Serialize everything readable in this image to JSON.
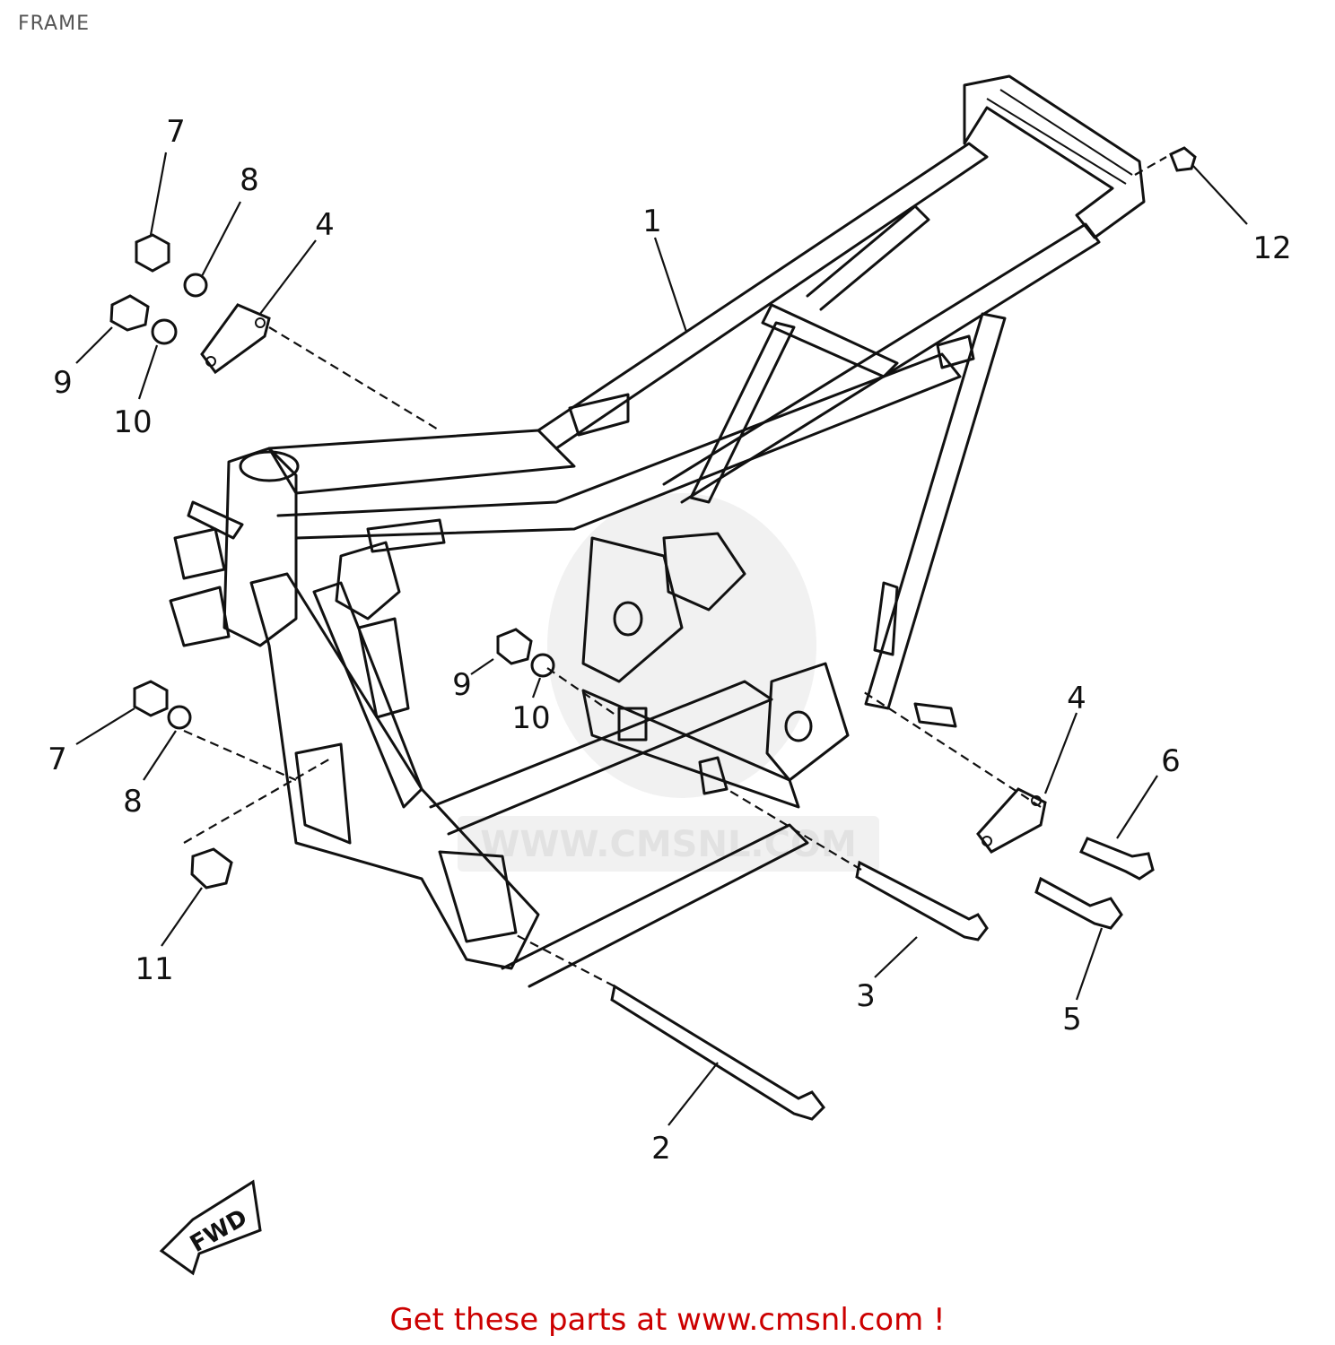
{
  "title": "FRAME",
  "watermark": "WWW.CMSNL.COM",
  "footer": "Get these parts at www.cmsnl.com !",
  "fwd_label": "FWD",
  "callouts": {
    "frame": "1",
    "bolt_long": "2",
    "bolt_mid": "3",
    "bracket_top": "4",
    "bracket_right": "4",
    "bolt_5": "5",
    "bolt_6": "6",
    "nut_top": "7",
    "nut_left": "7",
    "washer_top": "8",
    "washer_left": "8",
    "nut_9_top": "9",
    "nut_9_mid": "9",
    "washer_10_top": "10",
    "washer_10_mid": "10",
    "nut_11": "11",
    "cap_12": "12"
  }
}
